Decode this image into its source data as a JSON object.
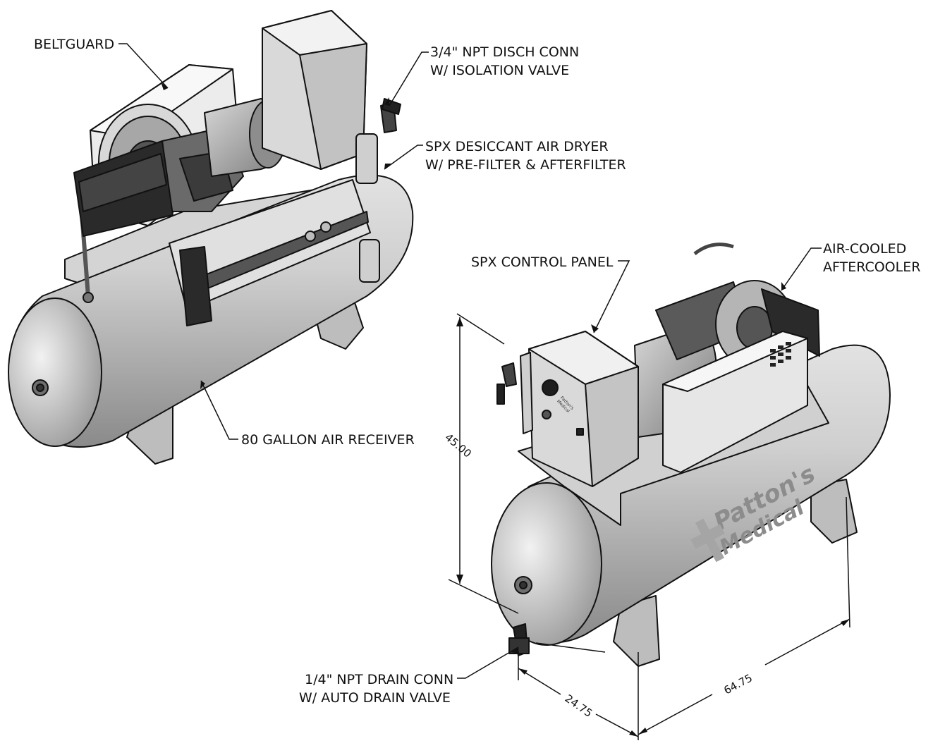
{
  "callouts": {
    "beltguard": "BELTGUARD",
    "disch_conn_l1": "3/4\" NPT DISCH CONN",
    "disch_conn_l2": "W/ ISOLATION VALVE",
    "dryer_l1": "SPX DESICCANT AIR DRYER",
    "dryer_l2": "W/ PRE-FILTER & AFTERFILTER",
    "receiver": "80 GALLON AIR RECEIVER",
    "control_panel": "SPX CONTROL PANEL",
    "aftercooler_l1": "AIR-COOLED",
    "aftercooler_l2": "AFTERCOOLER",
    "drain_l1": "1/4\" NPT DRAIN CONN",
    "drain_l2": "W/ AUTO DRAIN VALVE"
  },
  "dimensions": {
    "height": "45.00",
    "depth": "24.75",
    "length": "64.75"
  },
  "logo": {
    "line1": "Patton's",
    "line2": "Medical"
  },
  "colors": {
    "tank": "#c8c8c8",
    "outline": "#111111",
    "panel_light": "#e6e6e6",
    "dark": "#2a2a2a"
  }
}
